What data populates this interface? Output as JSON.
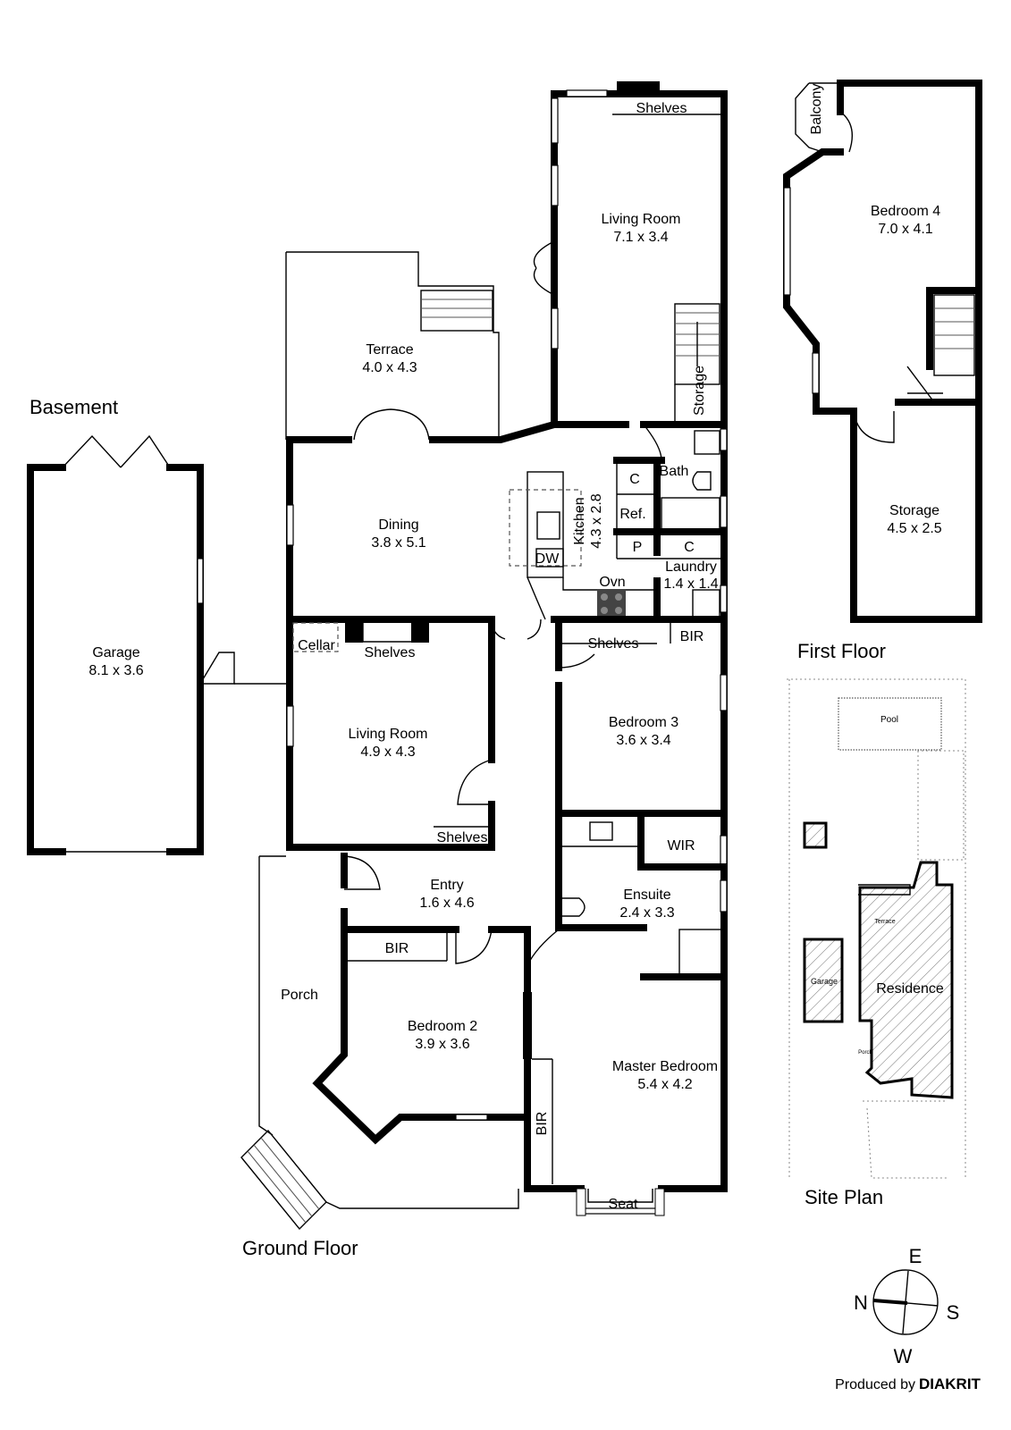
{
  "floors": {
    "basement": {
      "title": "Basement",
      "rooms": [
        {
          "name": "Garage",
          "dims": "8.1 x 3.6"
        }
      ]
    },
    "ground": {
      "title": "Ground Floor",
      "rooms": [
        {
          "name": "Living Room",
          "dims": "7.1 x 3.4"
        },
        {
          "name": "Terrace",
          "dims": "4.0 x 4.3"
        },
        {
          "name": "Dining",
          "dims": "3.8 x 5.1"
        },
        {
          "name": "Kitchen",
          "dims": "4.3 x 2.8"
        },
        {
          "name": "Bath",
          "dims": ""
        },
        {
          "name": "Laundry",
          "dims": "1.4 x 1.4"
        },
        {
          "name": "Living Room",
          "dims": "4.9 x 4.3"
        },
        {
          "name": "Bedroom 3",
          "dims": "3.6 x 3.4"
        },
        {
          "name": "Entry",
          "dims": "1.6 x 4.6"
        },
        {
          "name": "Ensuite",
          "dims": "2.4 x 3.3"
        },
        {
          "name": "Bedroom 2",
          "dims": "3.9 x 3.6"
        },
        {
          "name": "Master Bedroom",
          "dims": "5.4 x 4.2"
        },
        {
          "name": "Porch",
          "dims": ""
        }
      ],
      "fixtures": {
        "shelves_top": "Shelves",
        "storage": "Storage",
        "c1": "C",
        "ref": "Ref.",
        "p": "P",
        "c2": "C",
        "dw": "DW",
        "ovn": "Ovn",
        "cellar": "Cellar",
        "shelves_living": "Shelves",
        "shelves_living2": "Shelves",
        "shelves_bed3": "Shelves",
        "bir_bed3": "BIR",
        "wir": "WIR",
        "bir_bed2": "BIR",
        "bir_master": "BIR",
        "seat": "Seat"
      }
    },
    "first": {
      "title": "First Floor",
      "rooms": [
        {
          "name": "Bedroom 4",
          "dims": "7.0 x 4.1"
        },
        {
          "name": "Storage",
          "dims": "4.5 x 2.5"
        }
      ],
      "fixtures": {
        "balcony": "Balcony"
      }
    }
  },
  "site_plan": {
    "title": "Site Plan",
    "labels": {
      "pool": "Pool",
      "terrace": "Terrace",
      "garage": "Garage",
      "residence": "Residence",
      "porch": "Porch"
    }
  },
  "compass": {
    "n": "N",
    "e": "E",
    "s": "S",
    "w": "W"
  },
  "credit": {
    "prefix": "Produced by",
    "brand": "DIAKRIT"
  }
}
